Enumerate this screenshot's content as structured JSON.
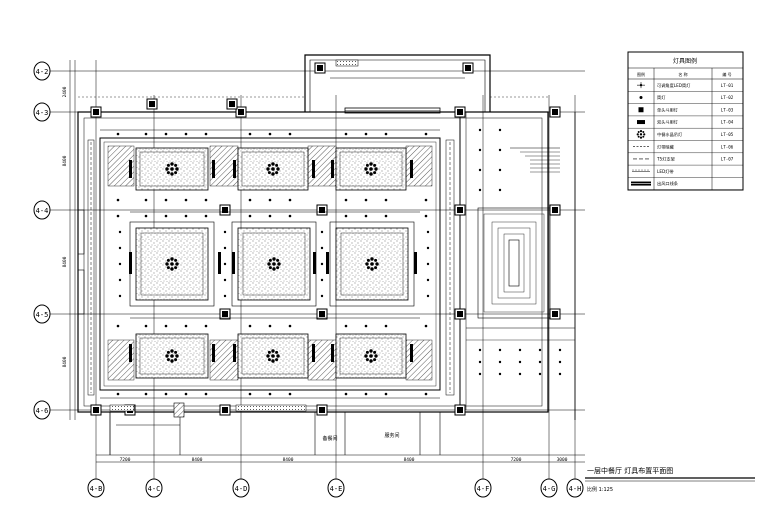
{
  "legend": {
    "title": "灯具图例",
    "headers": [
      "图例",
      "名 称",
      "编 号"
    ],
    "rows": [
      {
        "icon": "cross-spot-icon",
        "name": "可调角度LED筒灯",
        "code": "LT-01"
      },
      {
        "icon": "dot-icon",
        "name": "筒灯",
        "code": "LT-02"
      },
      {
        "icon": "square-grille-icon",
        "name": "单头斗胆灯",
        "code": "LT-03"
      },
      {
        "icon": "double-grille-icon",
        "name": "双头斗胆灯",
        "code": "LT-04"
      },
      {
        "icon": "chandelier-icon",
        "name": "中餐水晶吊灯",
        "code": "LT-05"
      },
      {
        "icon": "dash-line-icon",
        "name": "灯带暗藏",
        "code": "LT-06"
      },
      {
        "icon": "t5-line-icon",
        "name": "T5灯支架",
        "code": "LT-07"
      },
      {
        "icon": "tick-line-icon",
        "name": "LED灯带",
        "code": ""
      },
      {
        "icon": "double-bar-icon",
        "name": "出风口线条",
        "code": ""
      }
    ]
  },
  "drawing": {
    "title": "一层中餐厅  灯具布置平面图",
    "scale": "比例  1:125",
    "grid_rows": [
      "4-2",
      "4-3",
      "4-4",
      "4-5",
      "4-6"
    ],
    "grid_cols": [
      "4-B",
      "4-C",
      "4-D",
      "4-E",
      "4-F",
      "4-G",
      "4-H"
    ],
    "dims_bottom": [
      "7200",
      "8400",
      "8400",
      "8400",
      "7200",
      "3000"
    ],
    "dims_left": [
      "2400",
      "8400",
      "8400",
      "8400"
    ],
    "room_labels": [
      "备餐间",
      "服务间"
    ]
  },
  "colors": {
    "line": "#000000",
    "paper": "#ffffff",
    "hatch": "#555555"
  }
}
